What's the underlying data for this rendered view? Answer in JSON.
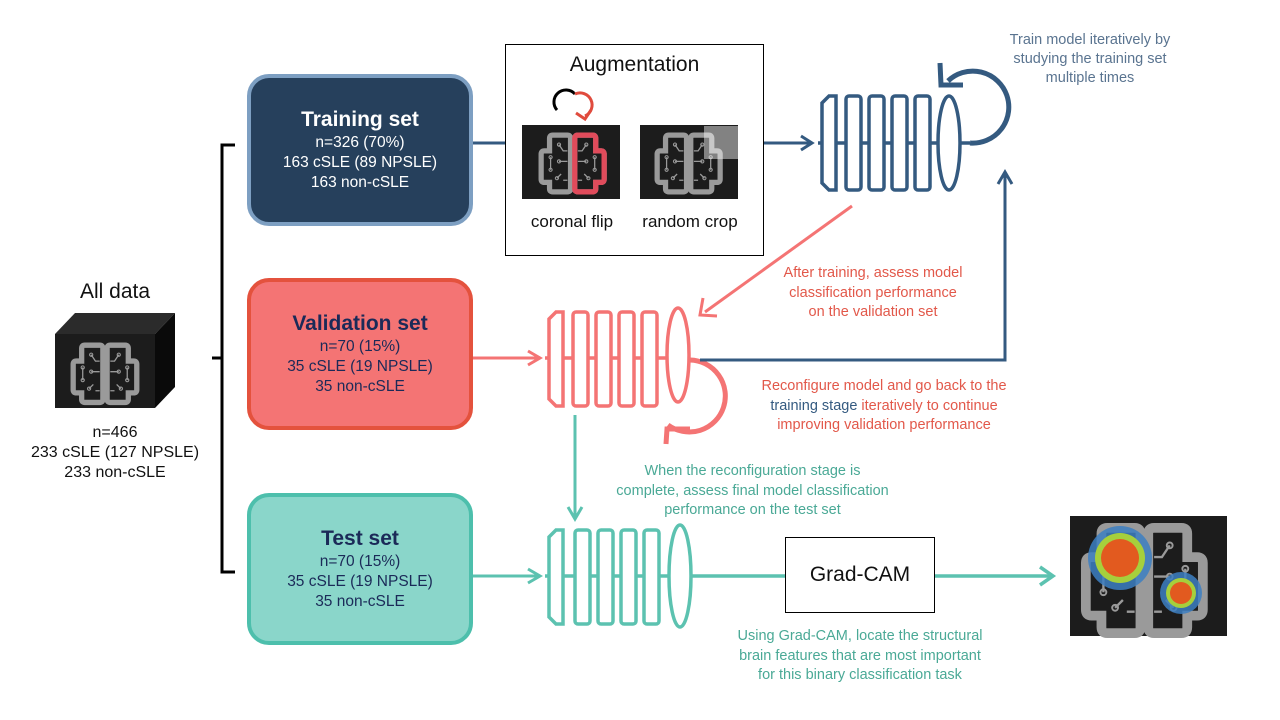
{
  "all_data": {
    "title": "All data",
    "lines": [
      "n=466",
      "233 cSLE (127 NPSLE)",
      "233 non-cSLE"
    ]
  },
  "training_set": {
    "title": "Training set",
    "lines": [
      "n=326 (70%)",
      "163 cSLE (89 NPSLE)",
      "163 non-cSLE"
    ]
  },
  "validation_set": {
    "title": "Validation set",
    "lines": [
      "n=70 (15%)",
      "35 cSLE (19 NPSLE)",
      "35 non-cSLE"
    ]
  },
  "test_set": {
    "title": "Test set",
    "lines": [
      "n=70 (15%)",
      "35 cSLE (19 NPSLE)",
      "35 non-cSLE"
    ]
  },
  "augmentation": {
    "title": "Augmentation",
    "items": [
      {
        "label": "coronal flip",
        "icon": "brain-flip-icon"
      },
      {
        "label": "random crop",
        "icon": "brain-crop-icon"
      }
    ]
  },
  "annotations": {
    "train_loop": [
      "Train model iteratively by",
      "studying the training set",
      "multiple times"
    ],
    "after_training": [
      "After training, assess model",
      "classification performance",
      "on the validation set"
    ],
    "reconfigure": {
      "line1": "Reconfigure model and go back to the",
      "line2_highlight": "training stage",
      "line2_rest": " iteratively to continue",
      "line3": "improving validation performance"
    },
    "test_assess": [
      "When the reconfiguration stage is",
      "complete, assess final model classification",
      "performance on the test set"
    ],
    "gradcam": [
      "Using Grad-CAM, locate the structural",
      "brain features that are most important",
      "for this binary classification task"
    ]
  },
  "gradcam_box": {
    "label": "Grad-CAM"
  },
  "colors": {
    "training": "#345a80",
    "training_fill": "#26405c",
    "validation": "#f47474",
    "validation_text": "#e2584a",
    "test": "#5cc2b0",
    "test_text": "#4aa996",
    "dark_text": "#1b2a58"
  }
}
